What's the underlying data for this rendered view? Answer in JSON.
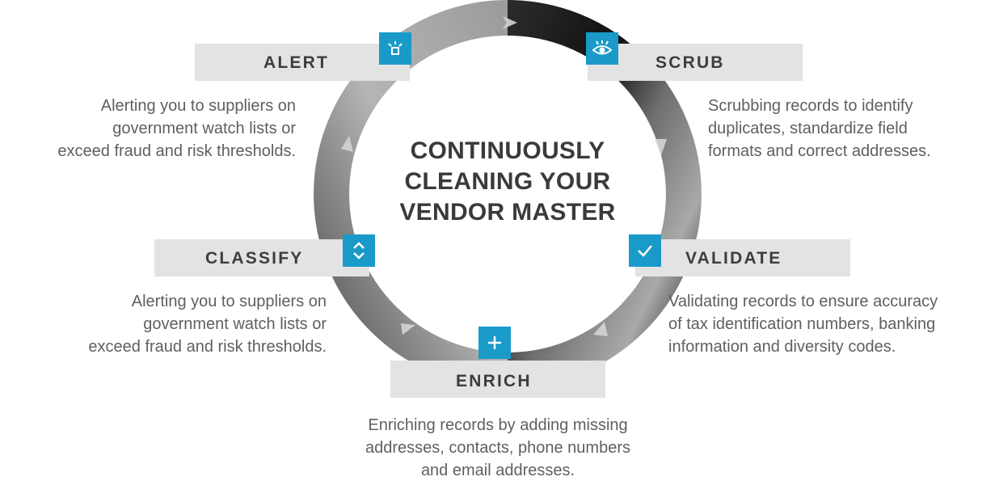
{
  "title": [
    "CONTINUOUSLY",
    "CLEANING YOUR",
    "VENDOR MASTER"
  ],
  "colors": {
    "accent": "#1a9ac9",
    "banner": "#e3e3e3",
    "text": "#5f5f5f",
    "heading": "#3a3a3a"
  },
  "stages": {
    "alert": {
      "label": "ALERT",
      "icon": "alarm-icon",
      "desc": [
        "Alerting you to suppliers on",
        "government watch lists or",
        "exceed fraud and risk thresholds."
      ]
    },
    "scrub": {
      "label": "SCRUB",
      "icon": "eye-icon",
      "desc": [
        "Scrubbing records to identify",
        "duplicates, standardize field",
        "formats and correct addresses."
      ]
    },
    "classify": {
      "label": "CLASSIFY",
      "icon": "chevron-up-down-icon",
      "desc": [
        "Alerting you to suppliers on",
        "government watch lists or",
        "exceed fraud and risk thresholds."
      ]
    },
    "validate": {
      "label": "VALIDATE",
      "icon": "checkmark-icon",
      "desc": [
        "Validating records to ensure accuracy",
        "of tax identification numbers, banking",
        "information and diversity codes."
      ]
    },
    "enrich": {
      "label": "ENRICH",
      "icon": "plus-icon",
      "desc": [
        "Enriching records by adding missing",
        "addresses, contacts, phone numbers",
        "and email addresses."
      ]
    }
  }
}
